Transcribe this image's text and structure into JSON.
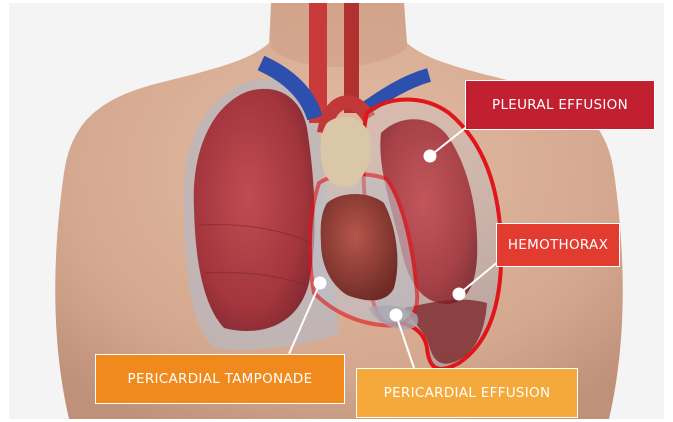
{
  "labels": {
    "pleural_effusion": "PLEURAL EFFUSION",
    "hemothorax": "HEMOTHORAX",
    "pericardial_tamponade": "PERICARDIAL TAMPONADE",
    "pericardial_effusion": "PERICARDIAL EFFUSION"
  },
  "colors": {
    "pleural_effusion": "#c21f30",
    "hemothorax": "#e23b2f",
    "pericardial_tamponade": "#f08a1d",
    "pericardial_effusion": "#f4a93a",
    "skin": "#d6ab93",
    "lung": "#a8383f",
    "outline": "#e0161b"
  }
}
